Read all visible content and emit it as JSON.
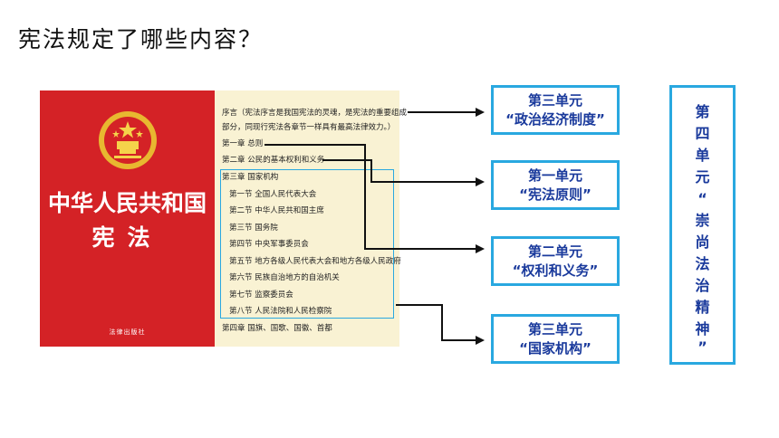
{
  "page_title": "宪法规定了哪些内容？",
  "book": {
    "cover_title": "中华人民共和国",
    "cover_subtitle": "宪法",
    "publisher": "法律出版社"
  },
  "toc": {
    "lines": [
      "序言（宪法序言是我国宪法的灵魂，是宪法的重要组成",
      "部分，同现行宪法各章节一样具有最高法律效力。）",
      "第一章 总则",
      "第二章 公民的基本权利和义务",
      "第三章 国家机构",
      "第一节 全国人民代表大会",
      "第二节 中华人民共和国主席",
      "第三节 国务院",
      "第四节 中央军事委员会",
      "第五节 地方各级人民代表大会和地方各级人民政府",
      "第六节 民族自治地方的自治机关",
      "第七节 监察委员会",
      "第八节 人民法院和人民检察院",
      "第四章 国旗、国歌、国徽、首都"
    ]
  },
  "units": [
    {
      "title": "第三单元",
      "subtitle": "“政治经济制度”"
    },
    {
      "title": "第一单元",
      "subtitle": "“宪法原则”"
    },
    {
      "title": "第二单元",
      "subtitle": "“权利和义务”"
    },
    {
      "title": "第三单元",
      "subtitle": "“国家机构”"
    }
  ],
  "unit4": {
    "chars": [
      "第",
      "四",
      "单",
      "元",
      "“",
      "崇",
      "尚",
      "法",
      "治",
      "精",
      "神",
      "”"
    ]
  },
  "colors": {
    "cover_red": "#d42226",
    "toc_bg": "#f9f2d3",
    "box_border": "#29a8e0",
    "box_text": "#1a3a9c"
  }
}
